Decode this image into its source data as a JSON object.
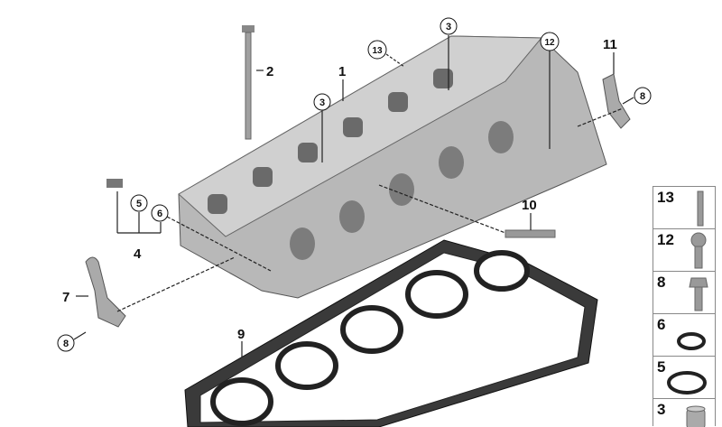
{
  "callouts": {
    "c1": "1",
    "c2": "2",
    "c3a": "3",
    "c3b": "3",
    "c4": "4",
    "c5": "5",
    "c6": "6",
    "c7": "7",
    "c8a": "8",
    "c8b": "8",
    "c9": "9",
    "c10": "10",
    "c11": "11",
    "c12": "12",
    "c13": "13"
  },
  "legend": [
    {
      "num": "13",
      "icon": "stud-icon"
    },
    {
      "num": "12",
      "icon": "torx-bolt-icon"
    },
    {
      "num": "8",
      "icon": "hex-bolt-icon"
    },
    {
      "num": "6",
      "icon": "small-o-ring-icon"
    },
    {
      "num": "5",
      "icon": "large-o-ring-icon"
    },
    {
      "num": "3",
      "icon": "sleeve-icon"
    }
  ]
}
